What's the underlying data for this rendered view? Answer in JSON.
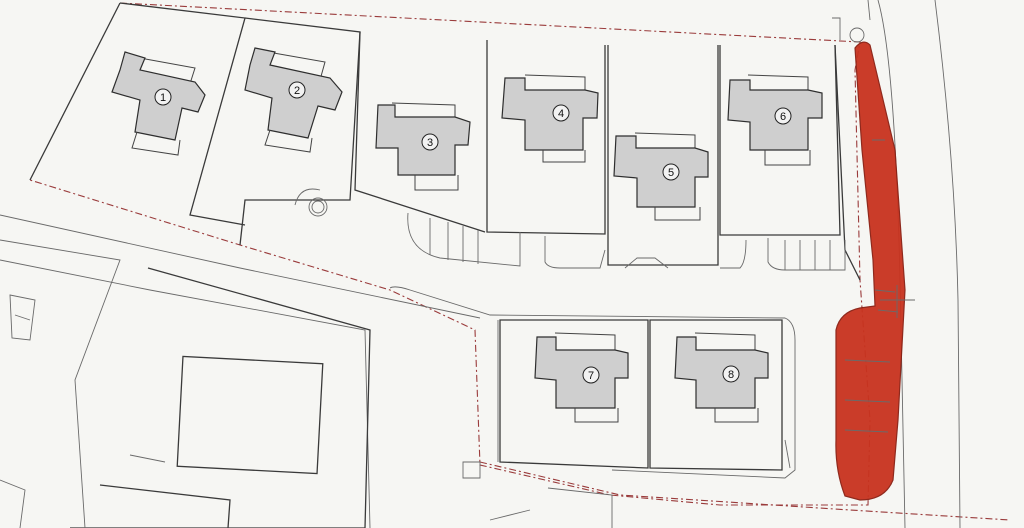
{
  "plots": [
    {
      "label": "1"
    },
    {
      "label": "2"
    },
    {
      "label": "3"
    },
    {
      "label": "4"
    },
    {
      "label": "5"
    },
    {
      "label": "6"
    },
    {
      "label": "7"
    },
    {
      "label": "8"
    }
  ],
  "colors": {
    "highlight": "#c8331f",
    "house_fill": "#cfcfcf",
    "boundary": "#9a3b3b"
  },
  "icons": [
    "plot-number-circle",
    "tree-circle-icon",
    "north-arrow-mark"
  ]
}
